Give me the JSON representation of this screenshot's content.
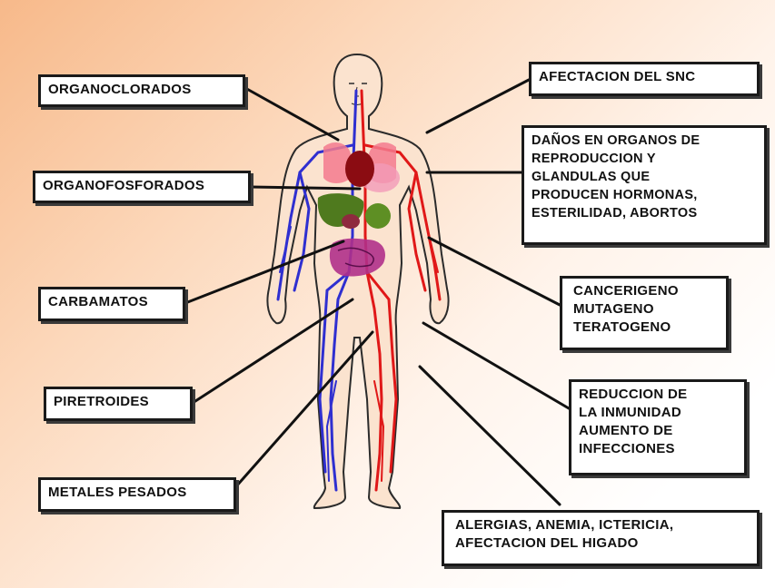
{
  "left_labels": {
    "organoclorados": "ORGANOCLORADOS",
    "organofosforados": "ORGANOFOSFORADOS",
    "carbamatos": "CARBAMATOS",
    "piretroides": "PIRETROIDES",
    "metales_pesados": "METALES PESADOS"
  },
  "right_labels": {
    "snc": "AFECTACION DEL SNC",
    "reproduccion": "DAÑOS EN ORGANOS DE\nREPRODUCCION Y\nGLANDULAS QUE\nPRODUCEN HORMONAS,\nESTERILIDAD, ABORTOS",
    "cancerigeno": "CANCERIGENO\nMUTAGENO\nTERATOGENO",
    "inmunidad": "REDUCCION DE\nLA INMUNIDAD\nAUMENTO DE\nINFECCIONES",
    "alergias": "ALERGIAS, ANEMIA, ICTERICIA,\nAFECTACION DEL HIGADO"
  },
  "colors": {
    "background_warm": "#f7b98a",
    "skin": "#fbe3cf",
    "outline": "#2b2b2b",
    "veins": "#2f2fd0",
    "arteries": "#e01818",
    "liver": "#4f7a1e",
    "heart": "#8b0c12",
    "intestines": "#b0308a"
  }
}
